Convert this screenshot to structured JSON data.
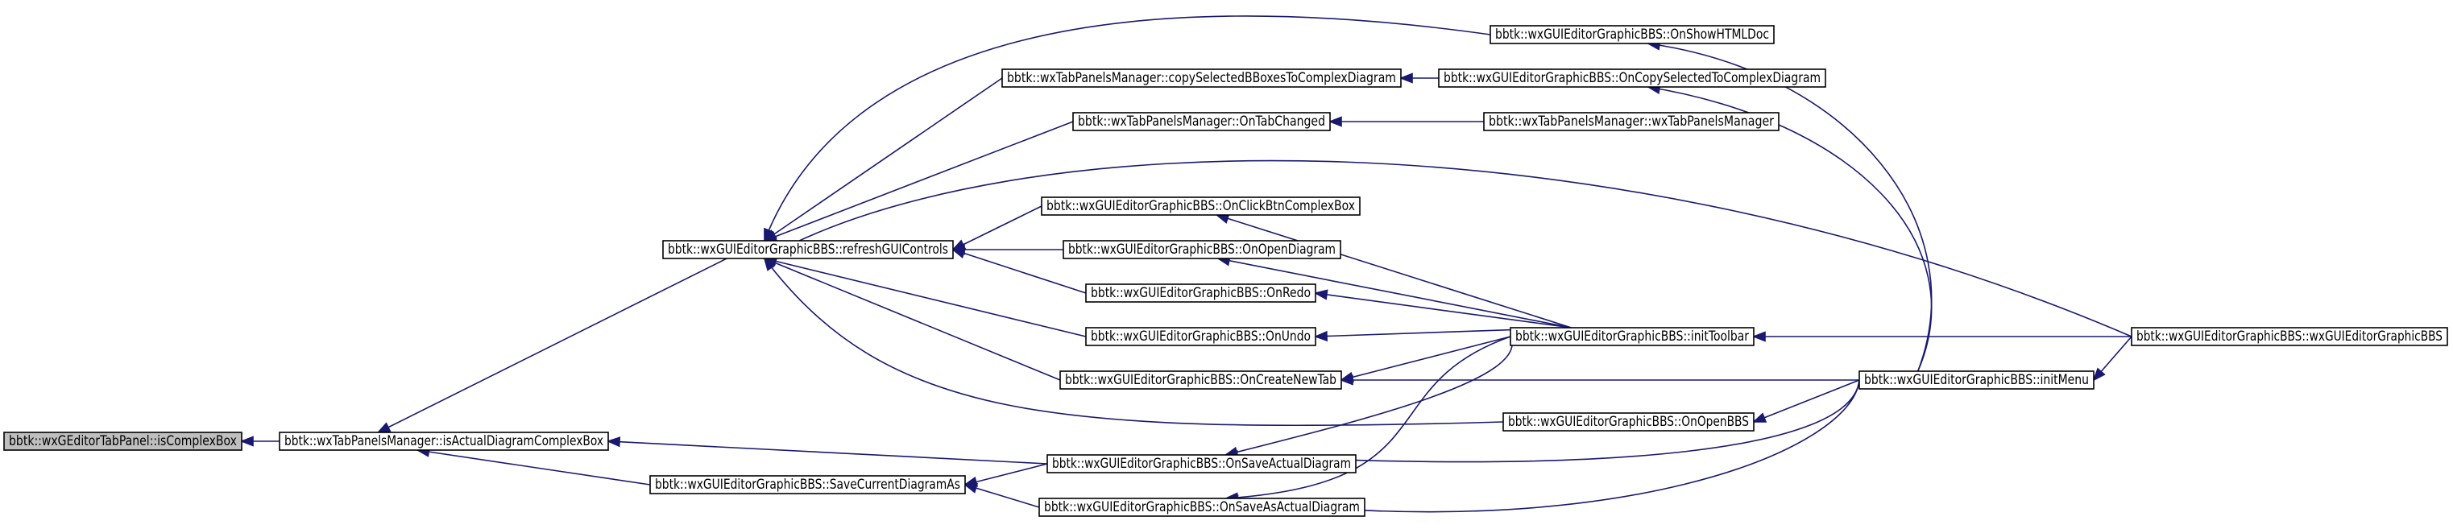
{
  "diagram": {
    "type": "caller-graph",
    "colors": {
      "edge": "#191970",
      "root_fill": "#bfbfbf",
      "node_fill": "#ffffff",
      "node_border": "#000000"
    },
    "nodes": [
      {
        "id": "isComplexBox",
        "label": "bbtk::wxGEditorTabPanel::isComplexBox",
        "root": true
      },
      {
        "id": "isActualDiagramComplexBox",
        "label": "bbtk::wxTabPanelsManager::isActualDiagramComplexBox"
      },
      {
        "id": "refreshGUIControls",
        "label": "bbtk::wxGUIEditorGraphicBBS::refreshGUIControls"
      },
      {
        "id": "SaveCurrentDiagramAs",
        "label": "bbtk::wxGUIEditorGraphicBBS::SaveCurrentDiagramAs"
      },
      {
        "id": "OnShowHTMLDoc",
        "label": "bbtk::wxGUIEditorGraphicBBS::OnShowHTMLDoc"
      },
      {
        "id": "copySelectedBBoxesToComplexDiagram",
        "label": "bbtk::wxTabPanelsManager::copySelectedBBoxesToComplexDiagram"
      },
      {
        "id": "OnCopySelectedToComplexDiagram",
        "label": "bbtk::wxGUIEditorGraphicBBS::OnCopySelectedToComplexDiagram"
      },
      {
        "id": "OnTabChanged",
        "label": "bbtk::wxTabPanelsManager::OnTabChanged"
      },
      {
        "id": "wxTabPanelsManager",
        "label": "bbtk::wxTabPanelsManager::wxTabPanelsManager"
      },
      {
        "id": "OnClickBtnComplexBox",
        "label": "bbtk::wxGUIEditorGraphicBBS::OnClickBtnComplexBox"
      },
      {
        "id": "OnOpenDiagram",
        "label": "bbtk::wxGUIEditorGraphicBBS::OnOpenDiagram"
      },
      {
        "id": "OnRedo",
        "label": "bbtk::wxGUIEditorGraphicBBS::OnRedo"
      },
      {
        "id": "OnUndo",
        "label": "bbtk::wxGUIEditorGraphicBBS::OnUndo"
      },
      {
        "id": "initToolbar",
        "label": "bbtk::wxGUIEditorGraphicBBS::initToolbar"
      },
      {
        "id": "ctor",
        "label": "bbtk::wxGUIEditorGraphicBBS::wxGUIEditorGraphicBBS"
      },
      {
        "id": "OnCreateNewTab",
        "label": "bbtk::wxGUIEditorGraphicBBS::OnCreateNewTab"
      },
      {
        "id": "initMenu",
        "label": "bbtk::wxGUIEditorGraphicBBS::initMenu"
      },
      {
        "id": "OnOpenBBS",
        "label": "bbtk::wxGUIEditorGraphicBBS::OnOpenBBS"
      },
      {
        "id": "OnSaveActualDiagram",
        "label": "bbtk::wxGUIEditorGraphicBBS::OnSaveActualDiagram"
      },
      {
        "id": "OnSaveAsActualDiagram",
        "label": "bbtk::wxGUIEditorGraphicBBS::OnSaveAsActualDiagram"
      }
    ],
    "edges": [
      {
        "from": "isActualDiagramComplexBox",
        "to": "isComplexBox"
      },
      {
        "from": "refreshGUIControls",
        "to": "isActualDiagramComplexBox"
      },
      {
        "from": "SaveCurrentDiagramAs",
        "to": "isActualDiagramComplexBox"
      },
      {
        "from": "OnSaveActualDiagram",
        "to": "isActualDiagramComplexBox"
      },
      {
        "from": "OnShowHTMLDoc",
        "to": "refreshGUIControls"
      },
      {
        "from": "copySelectedBBoxesToComplexDiagram",
        "to": "refreshGUIControls"
      },
      {
        "from": "OnTabChanged",
        "to": "refreshGUIControls"
      },
      {
        "from": "ctor",
        "to": "refreshGUIControls"
      },
      {
        "from": "OnClickBtnComplexBox",
        "to": "refreshGUIControls"
      },
      {
        "from": "OnOpenDiagram",
        "to": "refreshGUIControls"
      },
      {
        "from": "OnRedo",
        "to": "refreshGUIControls"
      },
      {
        "from": "OnUndo",
        "to": "refreshGUIControls"
      },
      {
        "from": "OnCreateNewTab",
        "to": "refreshGUIControls"
      },
      {
        "from": "OnOpenBBS",
        "to": "refreshGUIControls"
      },
      {
        "from": "OnSaveActualDiagram",
        "to": "SaveCurrentDiagramAs"
      },
      {
        "from": "OnSaveAsActualDiagram",
        "to": "SaveCurrentDiagramAs"
      },
      {
        "from": "OnCopySelectedToComplexDiagram",
        "to": "copySelectedBBoxesToComplexDiagram"
      },
      {
        "from": "wxTabPanelsManager",
        "to": "OnTabChanged"
      },
      {
        "from": "initMenu",
        "to": "OnShowHTMLDoc"
      },
      {
        "from": "initMenu",
        "to": "OnCopySelectedToComplexDiagram"
      },
      {
        "from": "initToolbar",
        "to": "OnClickBtnComplexBox"
      },
      {
        "from": "initToolbar",
        "to": "OnOpenDiagram"
      },
      {
        "from": "initToolbar",
        "to": "OnRedo"
      },
      {
        "from": "initToolbar",
        "to": "OnUndo"
      },
      {
        "from": "initToolbar",
        "to": "OnCreateNewTab"
      },
      {
        "from": "initToolbar",
        "to": "OnSaveActualDiagram"
      },
      {
        "from": "initToolbar",
        "to": "OnSaveAsActualDiagram"
      },
      {
        "from": "initMenu",
        "to": "OnCreateNewTab"
      },
      {
        "from": "initMenu",
        "to": "OnOpenBBS"
      },
      {
        "from": "initMenu",
        "to": "OnSaveActualDiagram"
      },
      {
        "from": "initMenu",
        "to": "OnSaveAsActualDiagram"
      },
      {
        "from": "ctor",
        "to": "initToolbar"
      },
      {
        "from": "ctor",
        "to": "initMenu"
      }
    ]
  }
}
